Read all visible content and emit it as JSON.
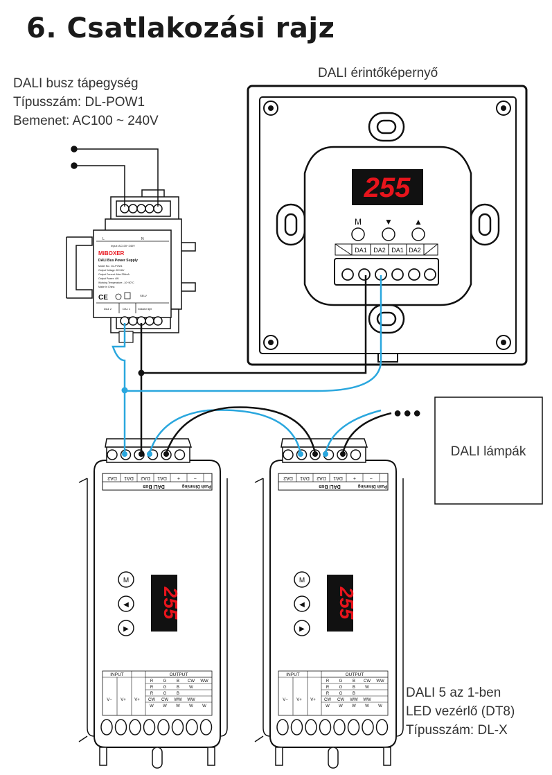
{
  "title": "6. Csatlakozási rajz",
  "power_supply": {
    "line1": "DALI busz tápegység",
    "line2": "Típusszám: DL-POW1",
    "line3": "Bemenet: AC100 ~ 240V",
    "front": {
      "terminals_top": [
        "L",
        "N"
      ],
      "input": "Input: AC100~240V",
      "brand": "MiBOXER",
      "name": "DALI Bus Power Supply",
      "specs": [
        "Model No.: DL-POW1",
        "Output Voltage: DC16V",
        "Output Current: Max 250mA",
        "Output Power: 4W",
        "Working Temperature: -10~50°C",
        "Made In China"
      ],
      "selv": "SELV",
      "bottom": [
        "DA1 2",
        "DA1 1",
        "Indicator light"
      ]
    }
  },
  "touchscreen": {
    "label": "DALI érintőképernyő",
    "display": "255",
    "buttons": [
      {
        "glyph": "M"
      },
      {
        "glyph": "▼"
      },
      {
        "glyph": "▲"
      }
    ],
    "terminals": [
      "DA1",
      "DA2",
      "DA1",
      "DA2"
    ]
  },
  "controllers": {
    "label_line1": "DALI 5 az 1-ben",
    "label_line2": "LED vezérlő (DT8)",
    "label_line3": "Típusszám: DL-X",
    "top_terminals": [
      "DA2",
      "DA1",
      "DA2",
      "DA1",
      "+",
      "−"
    ],
    "top_groups": [
      "DALI Bus",
      "Push Dimming"
    ],
    "display": "255",
    "buttons": [
      "M",
      "◀",
      "▶"
    ],
    "output_table": {
      "input_header": "INPUT",
      "output_header": "OUTPUT",
      "rows": [
        [
          "R",
          "G",
          "B",
          "CW",
          "WW"
        ],
        [
          "R",
          "G",
          "B",
          "W",
          ""
        ],
        [
          "R",
          "G",
          "B",
          "",
          ""
        ],
        [
          "CW",
          "CW",
          "WW",
          "WW",
          ""
        ],
        [
          "W",
          "W",
          "W",
          "W",
          "W"
        ]
      ],
      "bottom_labels": [
        "V−",
        "V+",
        "V+"
      ]
    }
  },
  "lamps": {
    "label": "DALI lámpák",
    "dots": "●●●"
  },
  "colors": {
    "wire_blue": "#2aa7de",
    "wire_black": "#111111",
    "display_red": "#e8141c"
  }
}
